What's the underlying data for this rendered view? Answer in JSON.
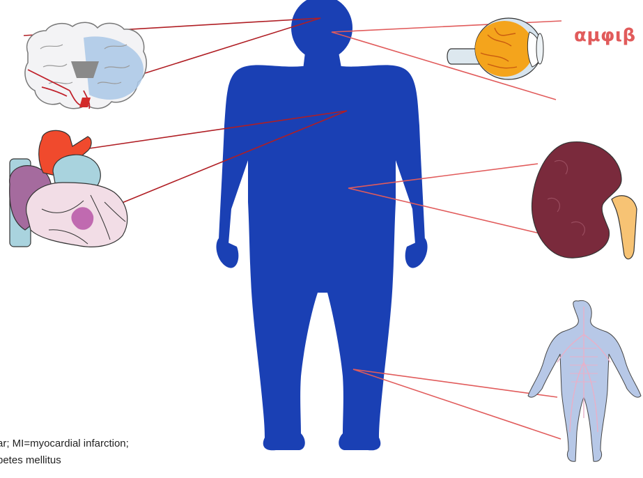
{
  "labels": {
    "eye_label": "αμφιβ",
    "footnote_line1": "ar; MI=myocardial infarction;",
    "footnote_line2": "betes mellitus"
  },
  "colors": {
    "body_silhouette": "#1a40b4",
    "dark_red_lines": "#b01e24",
    "light_red_lines": "#e15b5b",
    "label_red": "#e15b5b"
  },
  "icons": [
    "brain-icon",
    "heart-icon",
    "eye-icon",
    "kidney-icon",
    "nervous-system-icon",
    "human-body-icon"
  ]
}
